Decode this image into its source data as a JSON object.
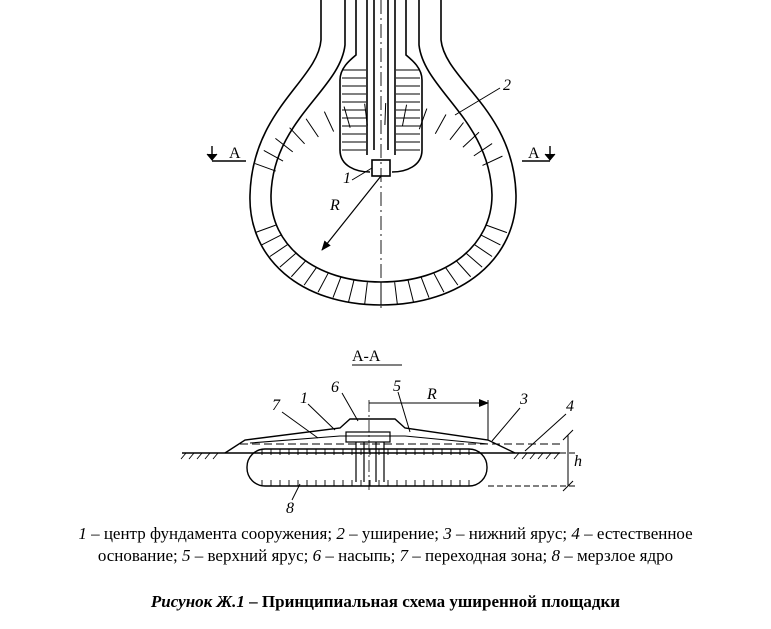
{
  "plan": {
    "labels": {
      "section_left": "A",
      "section_right": "A",
      "radius": "R",
      "center": "1",
      "widening": "2"
    }
  },
  "section": {
    "title": "А-А",
    "labels": {
      "radius": "R",
      "height": "h",
      "n1": "1",
      "n3": "3",
      "n4": "4",
      "n5": "5",
      "n6": "6",
      "n7": "7",
      "n8": "8"
    }
  },
  "legend": {
    "line1": [
      {
        "num": "1",
        "text": " – центр фундамента сооружения; "
      },
      {
        "num": "2",
        "text": " – уширение; "
      },
      {
        "num": "3",
        "text": " – нижний ярус; "
      },
      {
        "num": "4",
        "text": " – естественное"
      }
    ],
    "line2": [
      {
        "num": "",
        "text": "основание; "
      },
      {
        "num": "5",
        "text": " – верхний ярус; "
      },
      {
        "num": "6",
        "text": " – насыпь; "
      },
      {
        "num": "7",
        "text": " – переходная зона; "
      },
      {
        "num": "8",
        "text": " – мерзлое ядро"
      }
    ]
  },
  "figure": {
    "prefix": "Рисунок Ж.1",
    "text": " – Принципиальная схема уширенной площадки"
  }
}
